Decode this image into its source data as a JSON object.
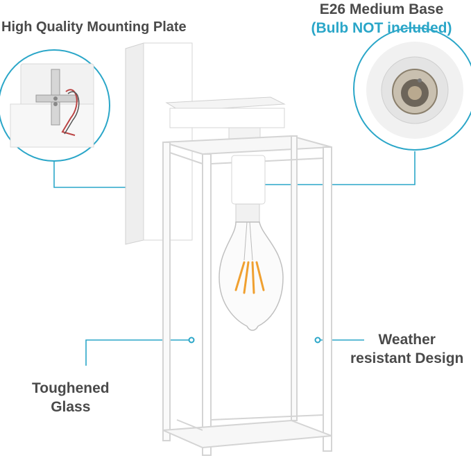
{
  "labels": {
    "mounting_plate": "High Quality Mounting Plate",
    "base_line1": "E26 Medium Base",
    "base_line2": "(Bulb NOT included)",
    "glass_line1": "Toughened",
    "glass_line2": "Glass",
    "weather_line1": "Weather",
    "weather_line2": "resistant Design"
  },
  "colors": {
    "callout_line": "#2aa6c8",
    "text": "#4a4a4a",
    "accent": "#2aa6c8",
    "filament": "#f0a030"
  }
}
